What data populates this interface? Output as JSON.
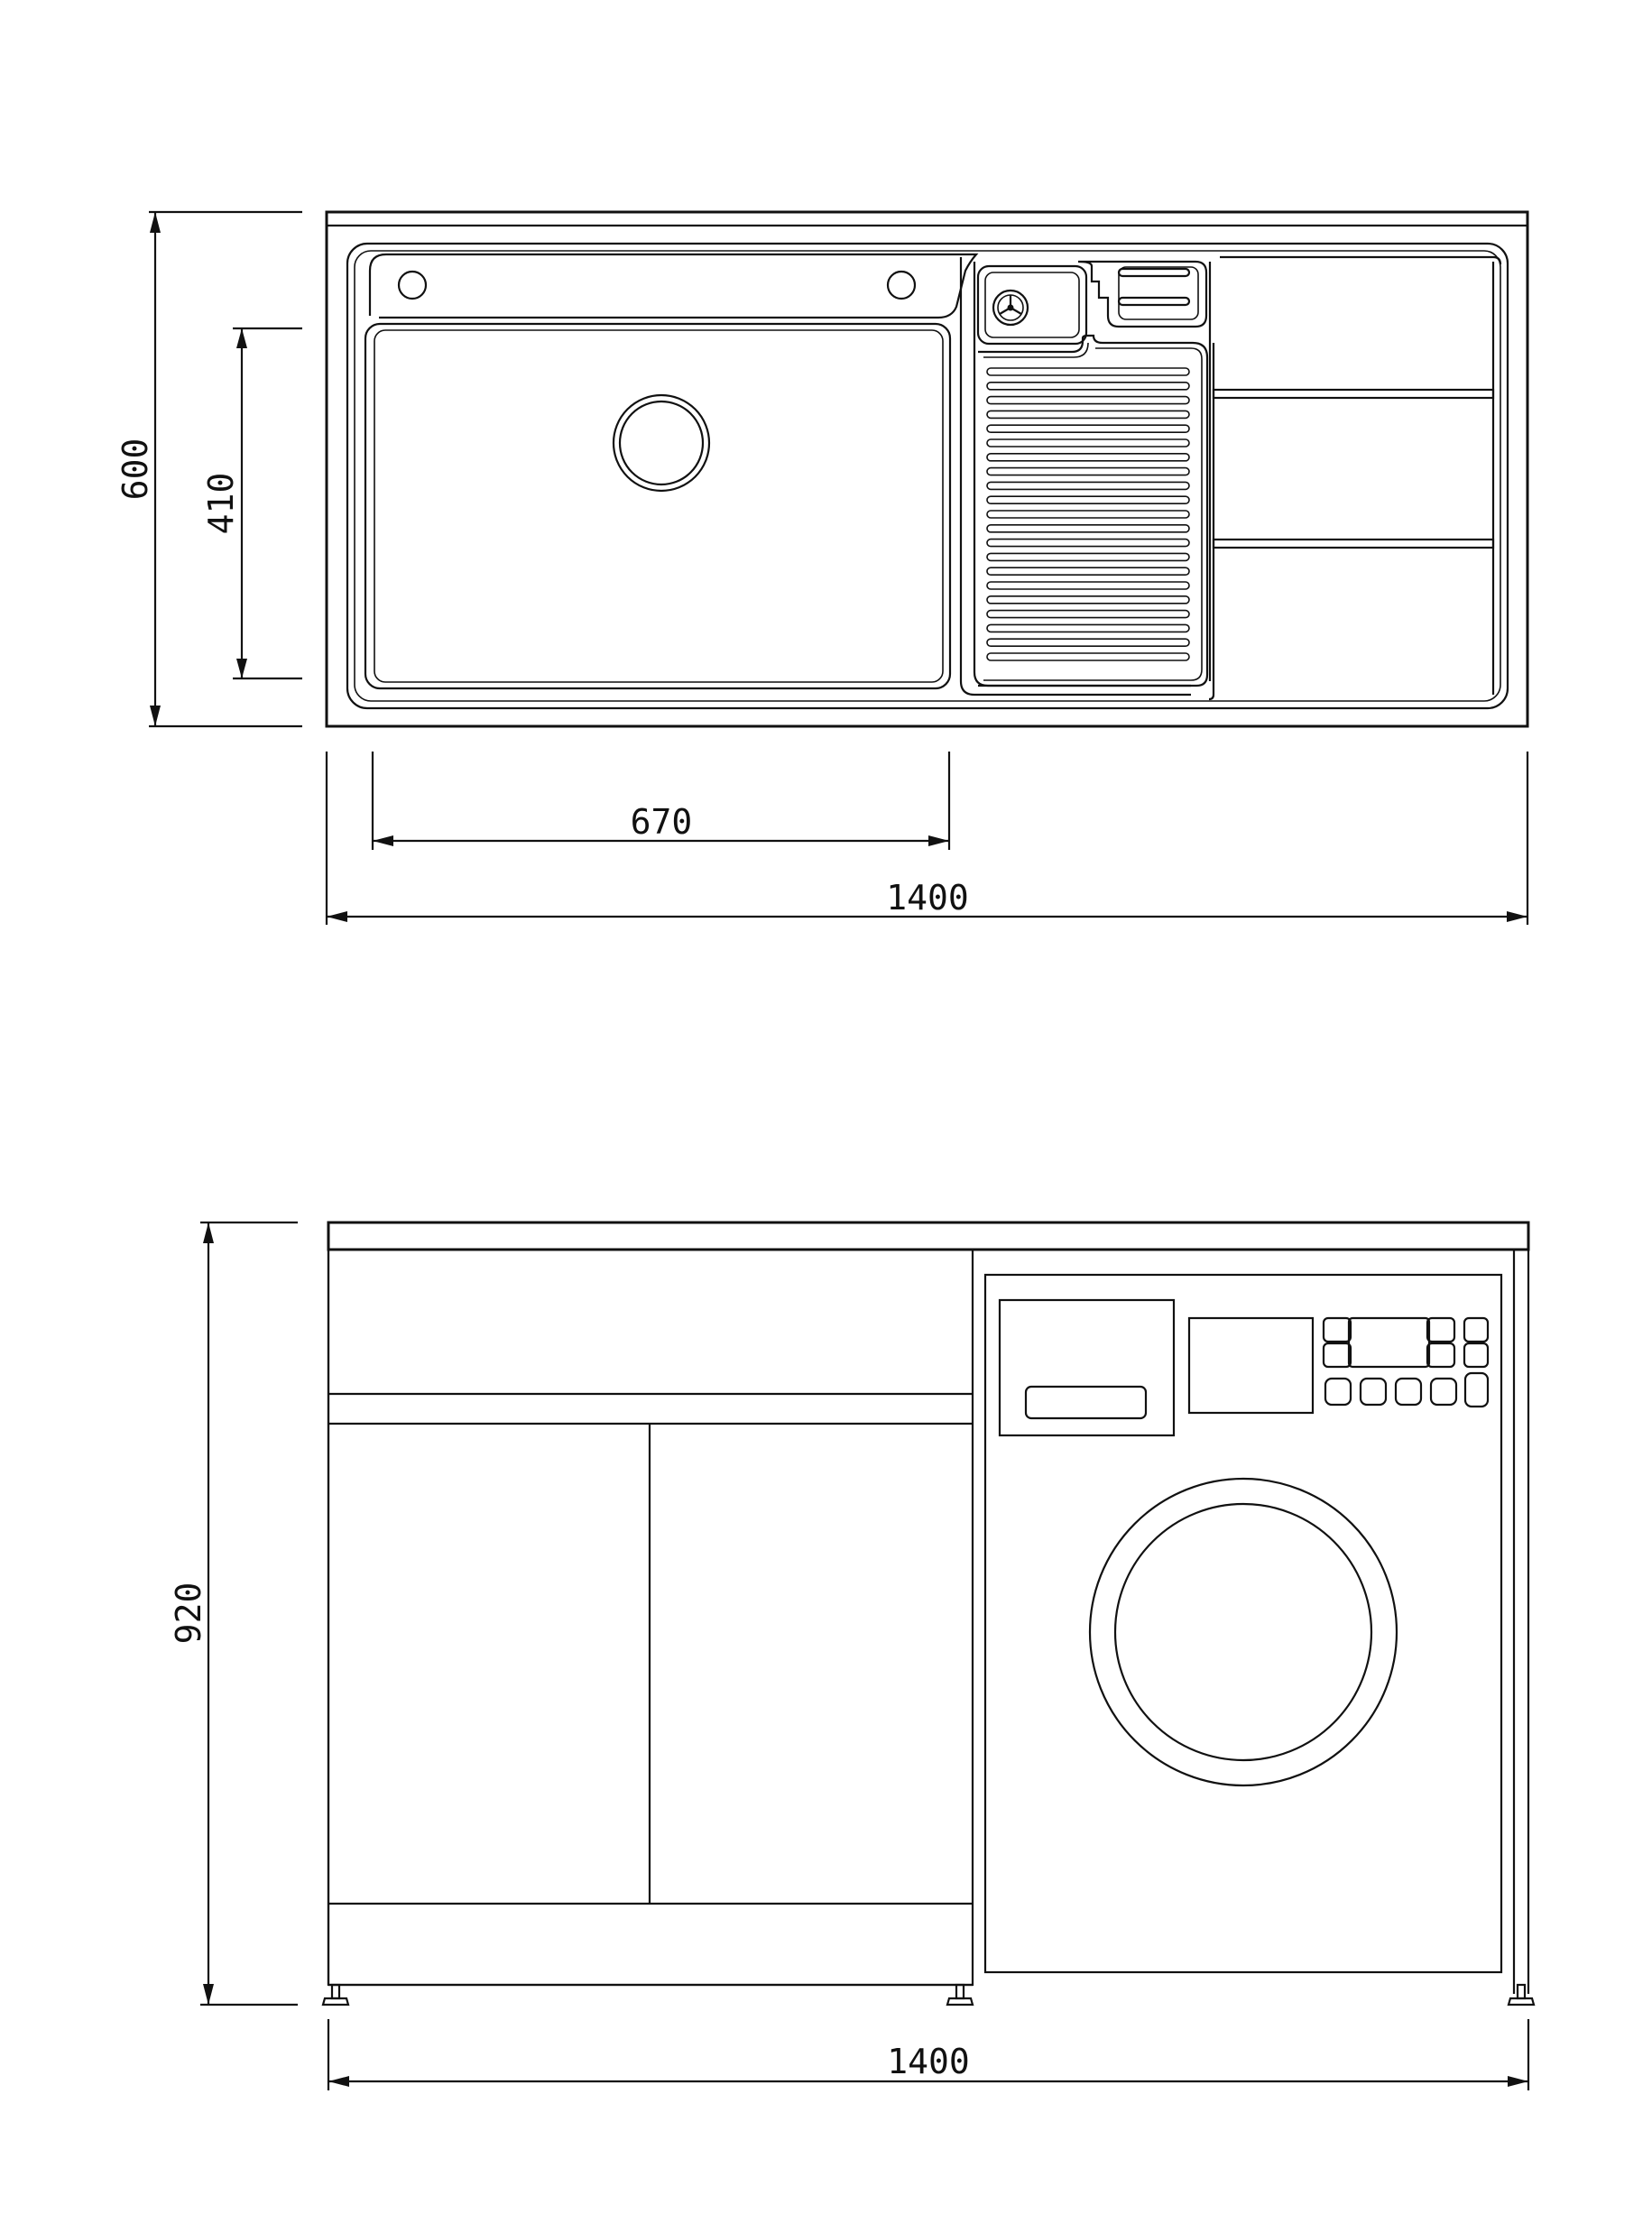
{
  "colors": {
    "line": "#111111",
    "background": "#ffffff"
  },
  "top_view": {
    "dim_depth": "600",
    "dim_basin_depth": "410",
    "dim_basin_width": "670",
    "dim_total_width": "1400"
  },
  "front_view": {
    "dim_height": "920",
    "dim_total_width": "1400"
  }
}
